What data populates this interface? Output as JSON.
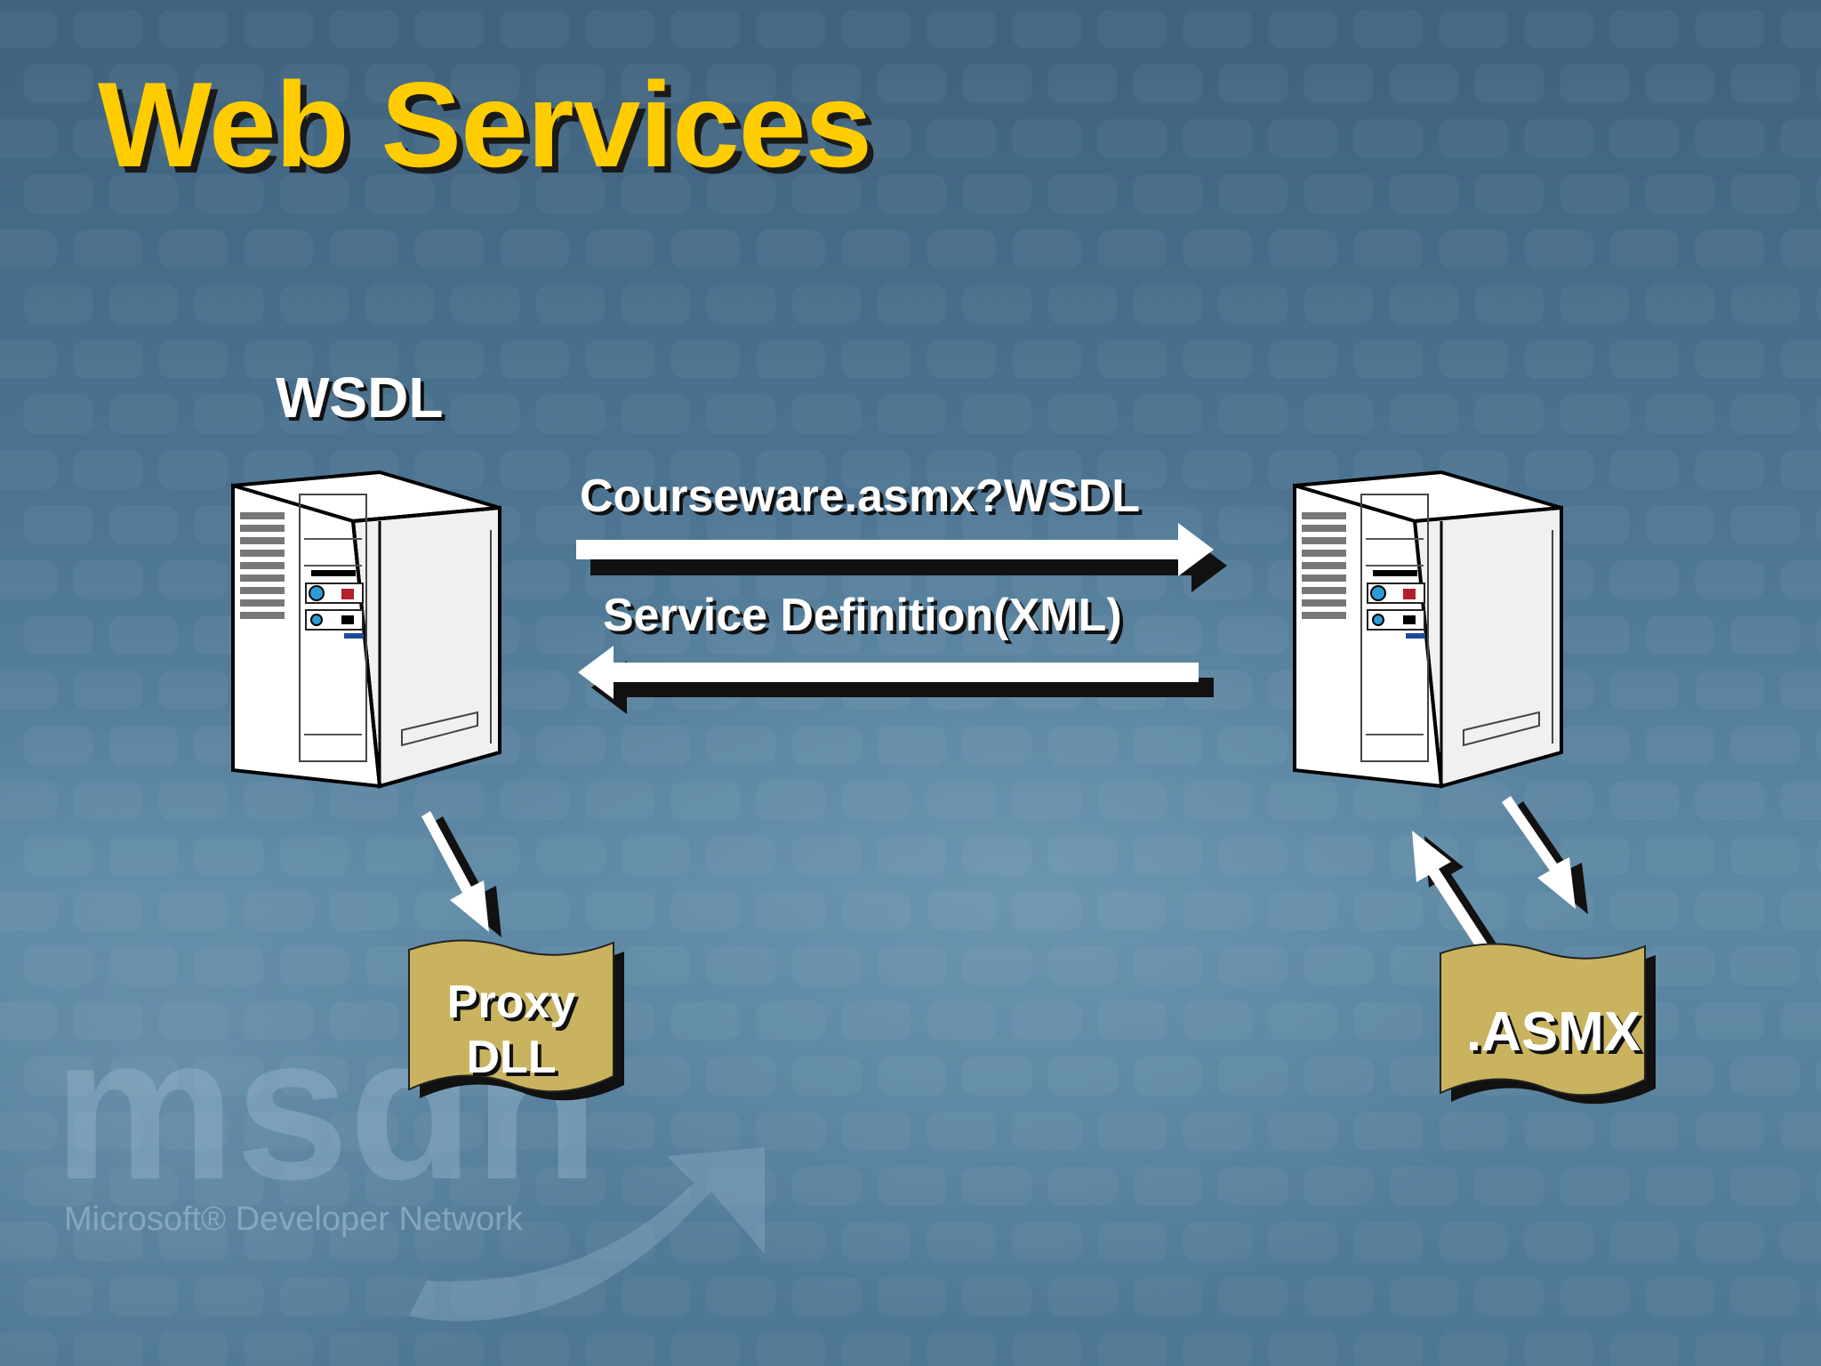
{
  "title": "Web Services",
  "labels": {
    "wsdl": "WSDL",
    "request": "Courseware.asmx?WSDL",
    "response": "Service Definition(XML)",
    "proxy_dll": "Proxy\nDLL",
    "asmx": ".ASMX"
  },
  "watermark": {
    "logo_text": "msdn",
    "subtitle": "Microsoft® Developer Network"
  },
  "icons": {
    "client": "server-tower-icon",
    "web_server": "server-tower-icon",
    "proxy_document": "document-icon",
    "asmx_document": "document-icon"
  },
  "colors": {
    "title": "#ffcc00",
    "label_text": "#ffffff",
    "document_fill": "#c9b35f",
    "arrow": "#ffffff",
    "arrow_shadow": "#111111"
  }
}
